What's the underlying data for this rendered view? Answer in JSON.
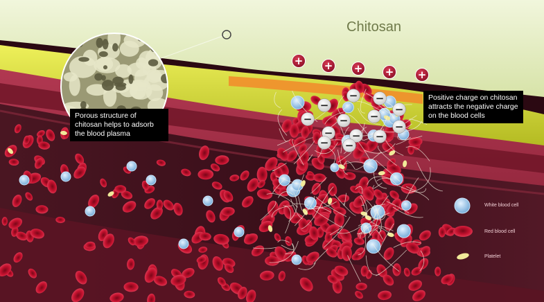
{
  "title": "Chitosan",
  "callouts": {
    "porous": [
      "Porous structure of",
      "chitosan helps to adsorb",
      "the blood plasma"
    ],
    "charge": [
      "Positive charge on chitosan",
      "attracts the negative charge",
      "on the blood cells"
    ]
  },
  "legend": [
    {
      "key": "wbc",
      "label": "White blood cell"
    },
    {
      "key": "rbc",
      "label": "Red blood cell"
    },
    {
      "key": "platelet",
      "label": "Platelet"
    }
  ],
  "charges": {
    "positive_symbol": "+",
    "negative_symbol": "−",
    "positive_count": 5,
    "negative_count": 13
  },
  "colors": {
    "chitosan": "#e6efc8",
    "tissue_yellow": "#dfe24a",
    "vessel_wall": "#9a2a42",
    "red_blood_cell": "#c8102e",
    "white_blood_cell": "#9cc9ea",
    "platelet": "#f1ea9a",
    "positive_badge": "#b01833",
    "negative_badge": "#ffffff"
  }
}
